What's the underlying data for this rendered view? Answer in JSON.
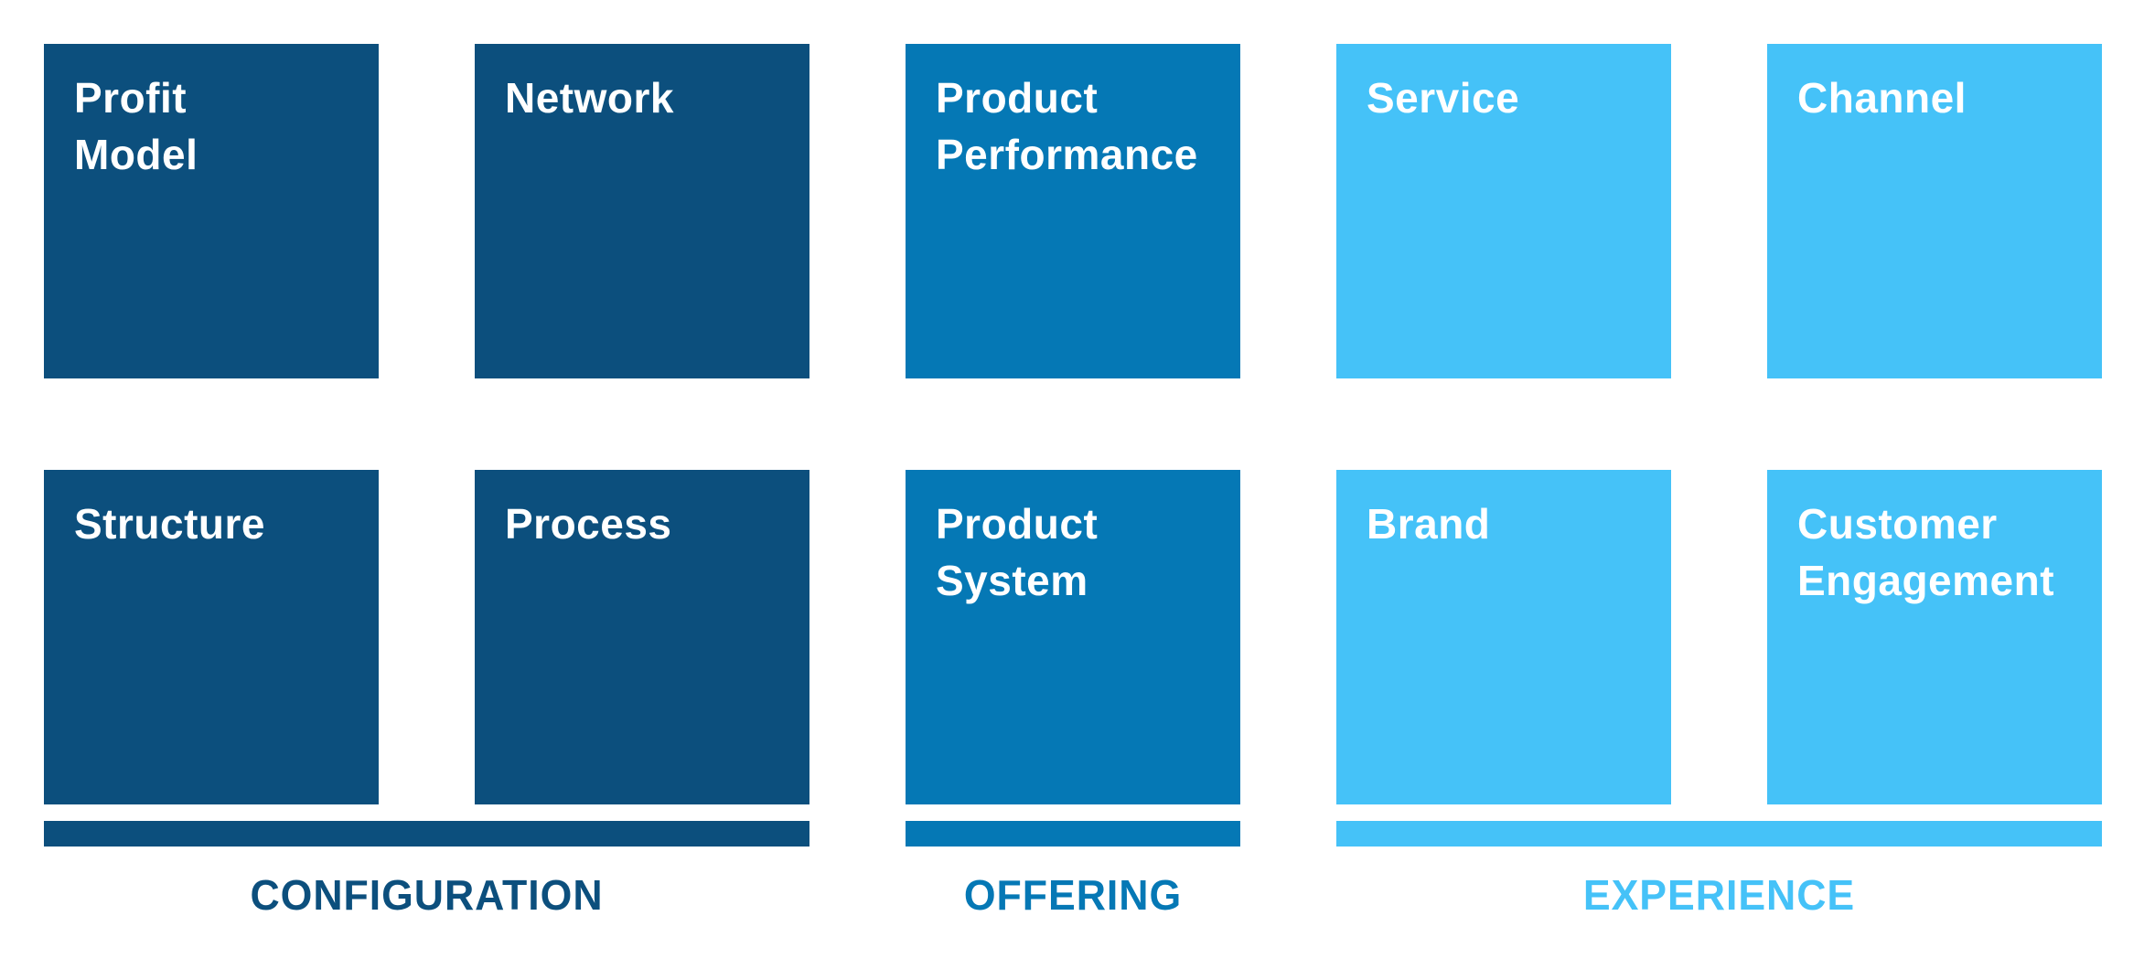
{
  "diagram": {
    "background_color": "#FFFFFF",
    "box_text_color": "#FFFFFF",
    "groups": [
      {
        "label": "CONFIGURATION",
        "color": "#0C4F7D",
        "boxes": [
          {
            "label": "Profit\nModel"
          },
          {
            "label": "Network"
          },
          {
            "label": "Structure"
          },
          {
            "label": "Process"
          }
        ]
      },
      {
        "label": "OFFERING",
        "color": "#0578B5",
        "boxes": [
          {
            "label": "Product\nPerformance"
          },
          {
            "label": "Product\nSystem"
          }
        ]
      },
      {
        "label": "EXPERIENCE",
        "color": "#45C2F8",
        "boxes": [
          {
            "label": "Service"
          },
          {
            "label": "Channel"
          },
          {
            "label": "Brand"
          },
          {
            "label": "Customer\nEngagement"
          }
        ]
      }
    ]
  }
}
